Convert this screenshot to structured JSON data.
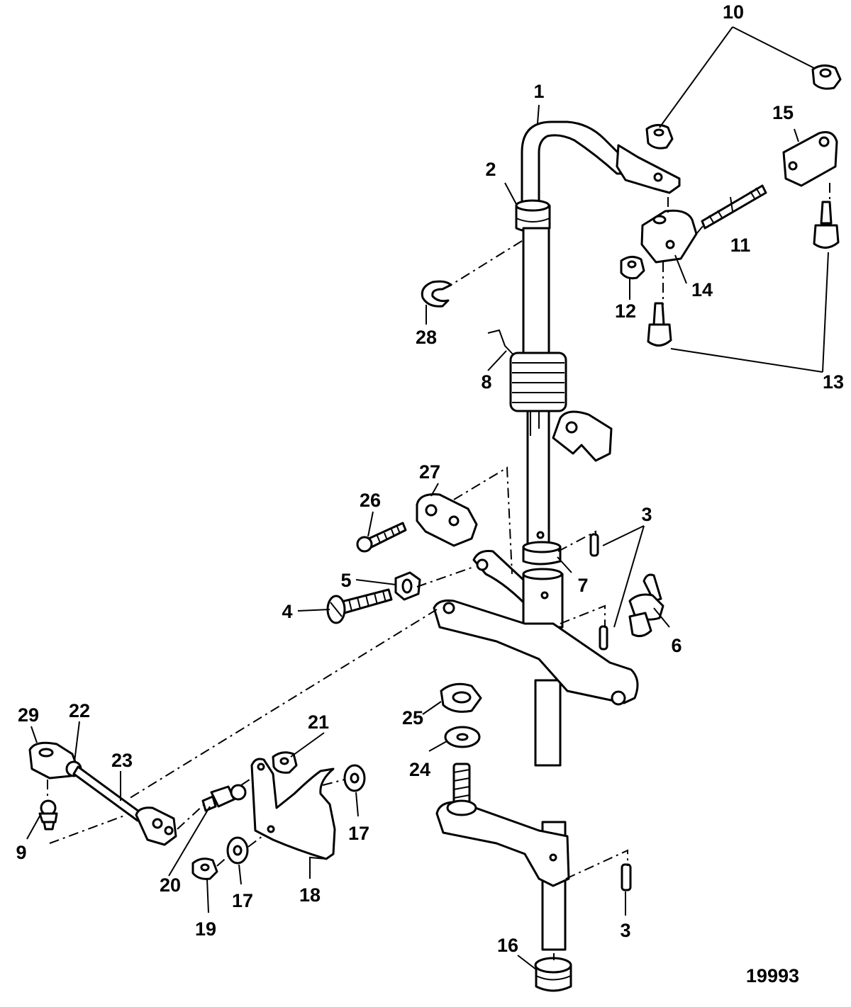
{
  "callouts": [
    "1",
    "2",
    "3",
    "3",
    "4",
    "5",
    "6",
    "7",
    "8",
    "9",
    "10",
    "11",
    "12",
    "13",
    "14",
    "15",
    "16",
    "17",
    "17",
    "18",
    "19",
    "20",
    "21",
    "22",
    "23",
    "24",
    "25",
    "26",
    "27",
    "28",
    "29"
  ],
  "figure_number": "19993"
}
